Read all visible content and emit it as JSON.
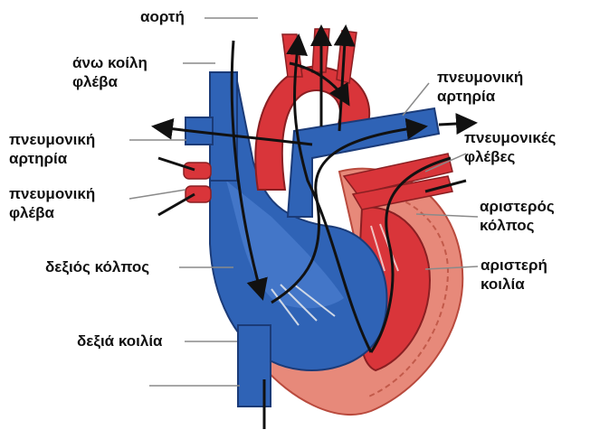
{
  "labels": {
    "aorta": "αορτή",
    "superior_vena_cava": [
      "άνω κοίλη",
      "φλέβα"
    ],
    "pulmonary_artery_right": [
      "πνευμονική",
      "αρτηρία"
    ],
    "pulmonary_artery_left": [
      "πνευμονική",
      "αρτηρία"
    ],
    "pulmonary_veins_right": [
      "πνευμονικές",
      "φλέβες"
    ],
    "pulmonary_vein_left": [
      "πνευμονική",
      "φλέβα"
    ],
    "left_atrium": [
      "αριστερός",
      "κόλπος"
    ],
    "right_atrium": "δεξιός κόλπος",
    "left_ventricle": [
      "αριστερή",
      "κοιλία"
    ],
    "right_ventricle": "δεξιά κοιλία",
    "inferior_vena_cava": ""
  },
  "colors": {
    "oxygenated": "#d9353a",
    "deoxygenated": "#2f63b6",
    "muscle": "#e7897a",
    "leader_line": "#8a8a8a",
    "flow_arrow": "#111111"
  }
}
